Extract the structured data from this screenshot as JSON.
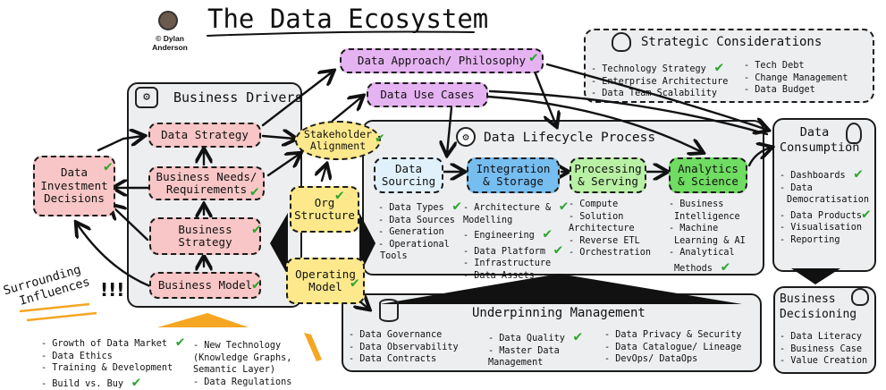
{
  "title": "The Data Ecosystem",
  "author": "© Dylan Anderson",
  "strategic": {
    "title": "Strategic Considerations",
    "col1": [
      "- Technology Strategy",
      "- Enterprise Architecture",
      "- Data Team Scalability"
    ],
    "col2": [
      "- Tech Debt",
      "- Change Management",
      "- Data Budget"
    ]
  },
  "data_approach": "Data Approach/ Philosophy",
  "data_use_cases": "Data Use Cases",
  "business_drivers": {
    "title": "Business Drivers",
    "data_strategy": "Data Strategy",
    "needs_line1": "Business Needs/",
    "needs_line2": "Requirements",
    "strategy_line1": "Business",
    "strategy_line2": "Strategy",
    "model": "Business Model"
  },
  "investment_line1": "Data",
  "investment_line2": "Investment",
  "investment_line3": "Decisions",
  "stakeholder_line1": "Stakeholder",
  "stakeholder_line2": "Alignment",
  "org_line1": "Org",
  "org_line2": "Structure",
  "operating_line1": "Operating",
  "operating_line2": "Model",
  "lifecycle": {
    "title": "Data Lifecycle Process",
    "sourcing_line1": "Data",
    "sourcing_line2": "Sourcing",
    "integration_line1": "Integration",
    "integration_line2": "& Storage",
    "processing_line1": "Processing",
    "processing_line2": "& Serving",
    "analytics_line1": "Analytics",
    "analytics_line2": "& Science",
    "sourcing_items": [
      "- Data Types",
      "- Data Sources",
      "- Generation",
      "- Operational",
      "Tools"
    ],
    "integration_items": [
      "- Architecture &",
      "Modelling",
      "- Engineering",
      "- Data Platform",
      "- Infrastructure",
      "- Data Assets"
    ],
    "processing_items": [
      "- Compute",
      "- Solution",
      "Architecture",
      "- Reverse ETL",
      "- Orchestration"
    ],
    "analytics_items": [
      "- Business",
      "Intelligence",
      "- Machine",
      "Learning & AI",
      "- Analytical",
      "Methods"
    ]
  },
  "consumption": {
    "title_line1": "Data",
    "title_line2": "Consumption",
    "items": [
      "- Dashboards",
      "- Data",
      "Democratisation",
      "- Data Products",
      "- Visualisation",
      "- Reporting"
    ]
  },
  "decisioning": {
    "title_line1": "Business",
    "title_line2": "Decisioning",
    "items": [
      "- Data Literacy",
      "- Business Case",
      "- Value Creation"
    ]
  },
  "underpinning": {
    "title": "Underpinning Management",
    "col1": [
      "- Data Governance",
      "- Data Observability",
      "- Data Contracts"
    ],
    "col2": [
      "- Data Quality",
      "- Master Data",
      "Management"
    ],
    "col3": [
      "- Data Privacy & Security",
      "- Data Catalogue/ Lineage",
      "- DevOps/ DataOps"
    ]
  },
  "surrounding": {
    "title_line1": "Surrounding",
    "title_line2": "Influences",
    "col1": [
      "- Growth of Data Market",
      "- Data Ethics",
      "- Training & Development",
      "- Build vs. Buy"
    ],
    "col2": [
      "- New Technology",
      "(Knowledge Graphs,",
      "Semantic Layer)",
      "- Data Regulations"
    ]
  },
  "colors": {
    "pink": "#f8c6c6",
    "purple": "#e6b3f2",
    "yellow": "#fde98c",
    "light_blue": "#e1f1fb",
    "blue": "#76bdf0",
    "light_green": "#b8f0a4",
    "green": "#6fdc62",
    "panel_grey": "#eceef0",
    "check_green": "#2fa52f",
    "accent_orange": "#f5a623"
  },
  "icons": [
    "author-avatar-icon",
    "strategy-head-icon",
    "handshake-icon",
    "gears-icon",
    "lightbulb-gear-icon",
    "head-gear-icon",
    "database-gear-icon",
    "exclamation-marks-icon",
    "check-icon"
  ]
}
